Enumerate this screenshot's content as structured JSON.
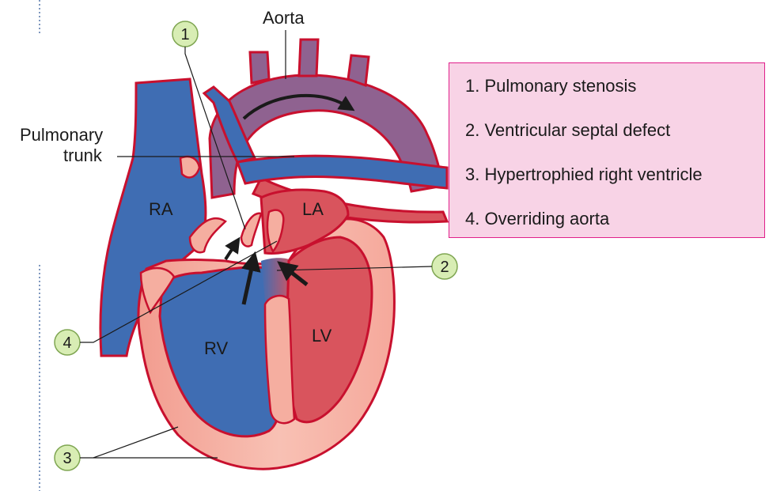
{
  "labels": {
    "aorta": "Aorta",
    "pulmonary_trunk_line1": "Pulmonary",
    "pulmonary_trunk_line2": "trunk"
  },
  "chambers": {
    "ra": "RA",
    "la": "LA",
    "rv": "RV",
    "lv": "LV"
  },
  "callouts": [
    "1",
    "2",
    "3",
    "4"
  ],
  "legend": {
    "items": [
      "1. Pulmonary stenosis",
      "2. Ventricular septal defect",
      "3. Hypertrophied right ventricle",
      "4. Overriding aorta"
    ]
  },
  "colors": {
    "deoxygenated_blood": "#3f6db3",
    "oxygenated_blood": "#d9545d",
    "aorta_mixed": "#8f6290",
    "myocardium": "#f5aea0",
    "vessel_outline": "#c8102e",
    "callout_fill": "#d8edb4",
    "legend_fill": "#f8d3e6",
    "legend_border": "#e0208a"
  }
}
